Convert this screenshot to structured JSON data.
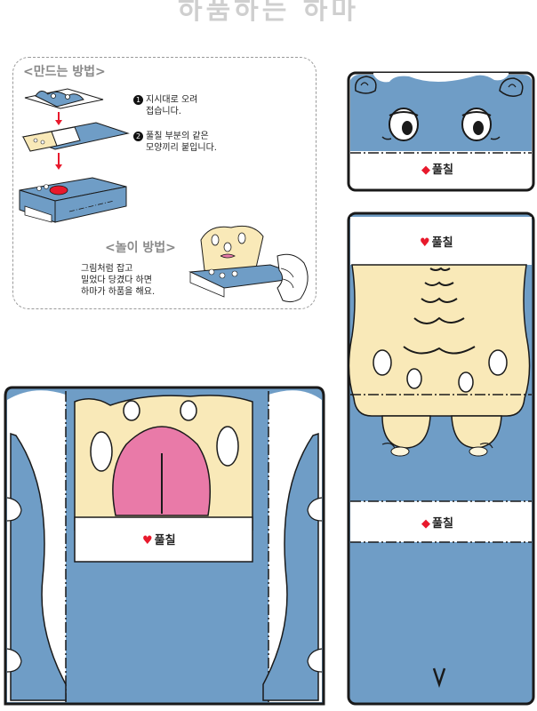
{
  "title": "하품하는 하마",
  "instructions": {
    "make_title": "<만드는 방법>",
    "step1_num": "1",
    "step1_line1": "지시대로 오려",
    "step1_line2": "접습니다.",
    "step2_num": "2",
    "step2_line1": "풀칠 부분의 같은",
    "step2_line2": "모양끼리 붙입니다.",
    "play_title": "<놀이 방법>",
    "play_line1": "그림처럼 잡고",
    "play_line2": "밀었다 당겼다 하면",
    "play_line3": "하마가 하품을 해요."
  },
  "glue": {
    "diamond_label": "풀칠",
    "heart_label": "풀칠",
    "diamond_symbol": "◆",
    "heart_symbol": "♥"
  },
  "colors": {
    "hippo_blue": "#6f9dc6",
    "hippo_cream": "#f9e9b8",
    "tongue_pink": "#e97aa8",
    "outline": "#1a1a1a",
    "glue_red": "#e8192c"
  }
}
